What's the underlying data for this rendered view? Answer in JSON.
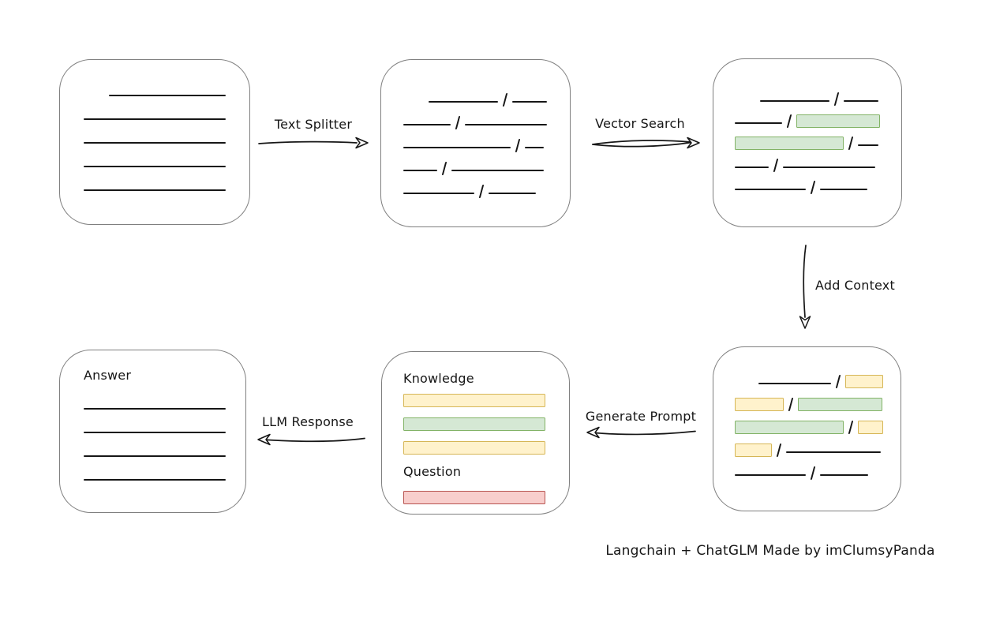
{
  "caption": "Langchain + ChatGLM Made by imClumsyPanda",
  "colors": {
    "ink": "#161616",
    "box_border": "#7f7f7f",
    "green_fill": "#d5e8d4",
    "green_border": "#82b366",
    "yellow_fill": "#fff2cc",
    "yellow_border": "#d6b656",
    "red_fill": "#f8cecc",
    "red_border": "#b85450"
  },
  "arrows": {
    "text_splitter": {
      "label": "Text Splitter",
      "direction": "right"
    },
    "vector_search": {
      "label": "Vector Search",
      "direction": "right"
    },
    "add_context": {
      "label": "Add Context",
      "direction": "down"
    },
    "generate_prompt": {
      "label": "Generate Prompt",
      "direction": "left"
    },
    "llm_response": {
      "label": "LLM Response",
      "direction": "left"
    }
  },
  "boxes": {
    "source_document": {
      "rows": [
        {
          "indent": 62,
          "segs": [
            {
              "k": "line",
              "w": 148
            }
          ]
        },
        {
          "indent": 30,
          "segs": [
            {
              "k": "line",
              "w": 180
            }
          ]
        },
        {
          "indent": 30,
          "segs": [
            {
              "k": "line",
              "w": 180
            }
          ]
        },
        {
          "indent": 30,
          "segs": [
            {
              "k": "line",
              "w": 180
            }
          ]
        },
        {
          "indent": 30,
          "segs": [
            {
              "k": "line",
              "w": 180
            }
          ]
        }
      ]
    },
    "split_chunks": {
      "rows": [
        {
          "indent": 60,
          "segs": [
            {
              "k": "line",
              "w": 88
            },
            {
              "k": "slash"
            },
            {
              "k": "line",
              "w": 44
            }
          ]
        },
        {
          "indent": 28,
          "segs": [
            {
              "k": "line",
              "w": 60
            },
            {
              "k": "slash"
            },
            {
              "k": "line",
              "w": 104
            }
          ]
        },
        {
          "indent": 28,
          "segs": [
            {
              "k": "line",
              "w": 136
            },
            {
              "k": "slash"
            },
            {
              "k": "line",
              "w": 24
            }
          ]
        },
        {
          "indent": 28,
          "segs": [
            {
              "k": "line",
              "w": 43
            },
            {
              "k": "slash"
            },
            {
              "k": "line",
              "w": 117
            }
          ]
        },
        {
          "indent": 28,
          "segs": [
            {
              "k": "line",
              "w": 90
            },
            {
              "k": "slash"
            },
            {
              "k": "line",
              "w": 60
            }
          ]
        }
      ]
    },
    "matched_chunks": {
      "rows": [
        {
          "indent": 59,
          "segs": [
            {
              "k": "line",
              "w": 88
            },
            {
              "k": "slash"
            },
            {
              "k": "line",
              "w": 44
            }
          ]
        },
        {
          "indent": 27,
          "segs": [
            {
              "k": "line",
              "w": 60
            },
            {
              "k": "slash"
            },
            {
              "k": "green",
              "w": 106
            }
          ]
        },
        {
          "indent": 27,
          "segs": [
            {
              "k": "green",
              "w": 138
            },
            {
              "k": "slash"
            },
            {
              "k": "line",
              "w": 26
            }
          ]
        },
        {
          "indent": 27,
          "segs": [
            {
              "k": "line",
              "w": 43
            },
            {
              "k": "slash"
            },
            {
              "k": "line",
              "w": 117
            }
          ]
        },
        {
          "indent": 27,
          "segs": [
            {
              "k": "line",
              "w": 90
            },
            {
              "k": "slash"
            },
            {
              "k": "line",
              "w": 60
            }
          ]
        }
      ]
    },
    "context_chunks": {
      "rows": [
        {
          "indent": 57,
          "segs": [
            {
              "k": "line",
              "w": 92
            },
            {
              "k": "slash"
            },
            {
              "k": "yellow",
              "w": 48
            }
          ]
        },
        {
          "indent": 27,
          "segs": [
            {
              "k": "yellow",
              "w": 62
            },
            {
              "k": "slash"
            },
            {
              "k": "green",
              "w": 107
            }
          ]
        },
        {
          "indent": 27,
          "segs": [
            {
              "k": "green",
              "w": 138
            },
            {
              "k": "slash"
            },
            {
              "k": "yellow",
              "w": 32
            }
          ]
        },
        {
          "indent": 27,
          "segs": [
            {
              "k": "yellow",
              "w": 47
            },
            {
              "k": "slash"
            },
            {
              "k": "line",
              "w": 120
            }
          ]
        },
        {
          "indent": 27,
          "segs": [
            {
              "k": "line",
              "w": 90
            },
            {
              "k": "slash"
            },
            {
              "k": "line",
              "w": 61
            }
          ]
        }
      ]
    },
    "prompt": {
      "knowledge_label": "Knowledge",
      "question_label": "Question",
      "knowledge_rows": [
        {
          "segs": [
            {
              "k": "yellow",
              "w": 180
            }
          ]
        },
        {
          "segs": [
            {
              "k": "green",
              "w": 180
            }
          ]
        },
        {
          "segs": [
            {
              "k": "yellow",
              "w": 180
            }
          ]
        }
      ],
      "question_rows": [
        {
          "segs": [
            {
              "k": "red",
              "w": 180
            }
          ]
        }
      ]
    },
    "answer": {
      "label": "Answer",
      "rows": [
        {
          "segs": [
            {
              "k": "line",
              "w": 180
            }
          ]
        },
        {
          "segs": [
            {
              "k": "line",
              "w": 180
            }
          ]
        },
        {
          "segs": [
            {
              "k": "line",
              "w": 180
            }
          ]
        },
        {
          "segs": [
            {
              "k": "line",
              "w": 180
            }
          ]
        }
      ]
    }
  }
}
